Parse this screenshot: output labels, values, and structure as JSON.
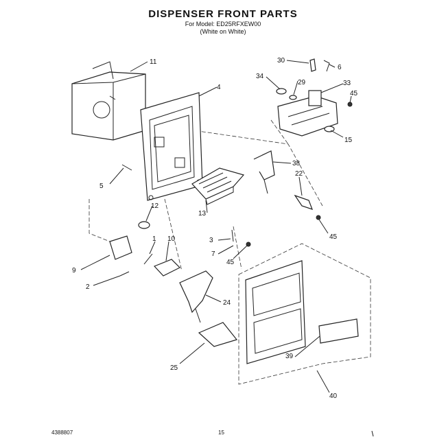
{
  "header": {
    "title": "DISPENSER FRONT PARTS",
    "subtitle1": "For Model: ED25RFXEW00",
    "subtitle2": "(White on White)"
  },
  "callouts": [
    "30",
    "6",
    "34",
    "29",
    "33",
    "45",
    "15",
    "11",
    "4",
    "38",
    "22",
    "5",
    "12",
    "13",
    "45",
    "1",
    "10",
    "3",
    "7",
    "45",
    "9",
    "2",
    "24",
    "39",
    "25",
    "40"
  ],
  "footer": {
    "left": "4388807",
    "center": "15"
  }
}
